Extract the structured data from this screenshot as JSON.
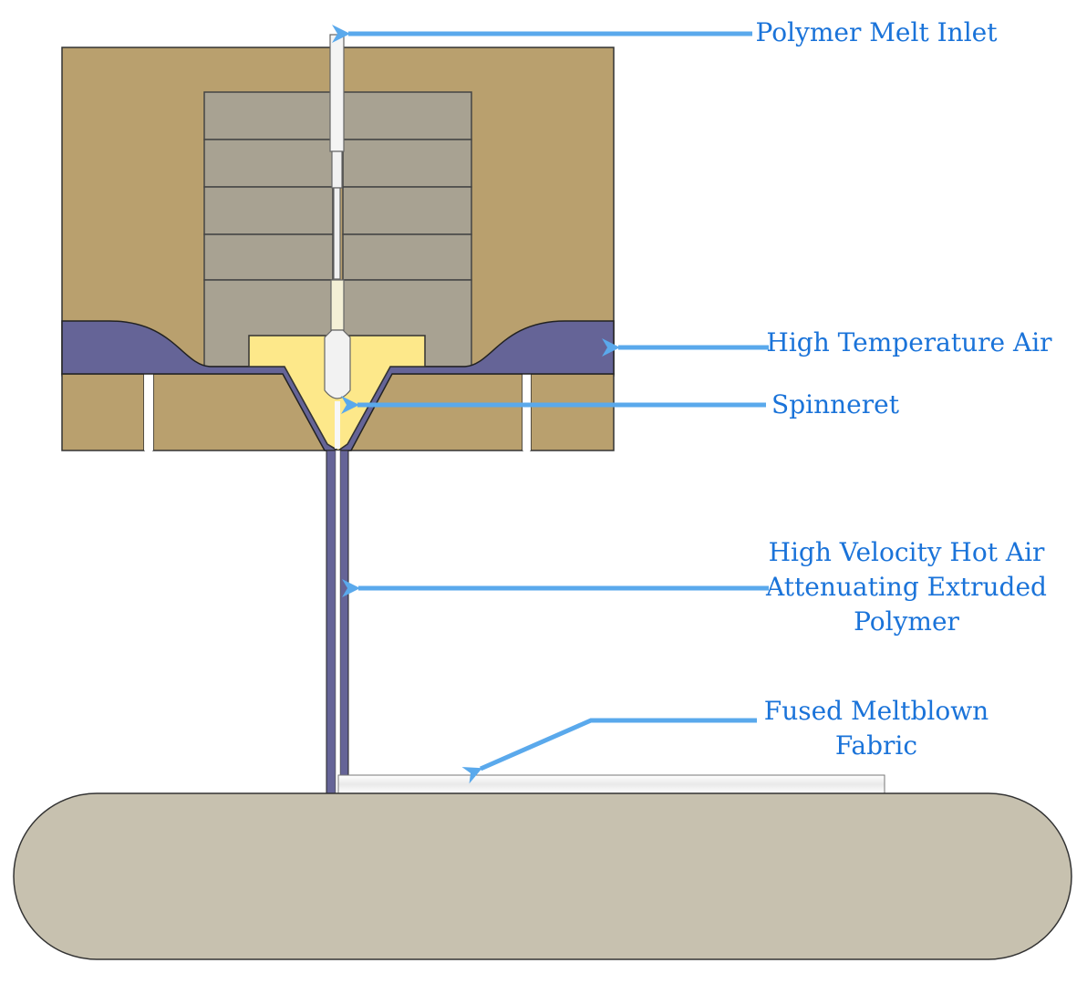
{
  "labels": {
    "inlet": "Polymer Melt Inlet",
    "air": "High Temperature Air",
    "spinneret": "Spinneret",
    "hot_air_line1": "High Velocity Hot Air",
    "hot_air_line2": "Attenuating Extruded",
    "hot_air_line3": "Polymer",
    "fabric_line1": "Fused Meltblown",
    "fabric_line2": "Fabric"
  },
  "colors": {
    "die_body": "#b9a06e",
    "heater_blocks": "#a8a292",
    "air_channel": "#656497",
    "spinneret": "#fde88a",
    "collector": "#c7c1af",
    "fabric": "#f1f1f1",
    "arrow": "#5aa9ec",
    "label_text": "#1a73d9"
  }
}
